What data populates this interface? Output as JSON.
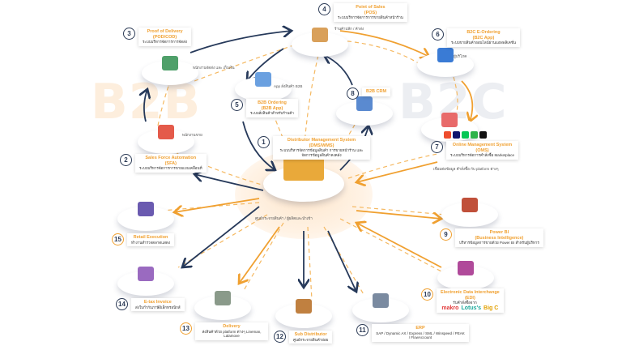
{
  "watermarks": {
    "b2b": "B2B",
    "b2c": "B2C"
  },
  "center_caption": "ศูนย์กระจายสินค้า / ผู้ผลิตและนำเข้า",
  "nodes": [
    {
      "num": "1",
      "title": "Distributor Management System",
      "subtitle": "(DMS/WMS)",
      "desc": "ระบบบริหารจัดการข้อมูลสินค้า การขายหน้าร้าน และจัดการข้อมูลสินค้าคงคลัง",
      "caption": "",
      "icon": "warehouse-icon"
    },
    {
      "num": "2",
      "title": "Sales Force Automation",
      "subtitle": "(SFA)",
      "desc": "ระบบบริหารจัดการการขายแบบเคลื่อนที่",
      "caption": "พนักงานขาย",
      "icon": "salesperson-icon"
    },
    {
      "num": "3",
      "title": "Proof of Delivery",
      "subtitle": "(POD/COD)",
      "desc": "ระบบบริหารจัดการการจัดส่ง",
      "caption": "พนักงานจัดส่ง และ เก็บเงิน",
      "icon": "globe-truck-icon"
    },
    {
      "num": "4",
      "title": "Point of Sales",
      "subtitle": "(POS)",
      "desc": "ระบบบริหารจัดการการขายสินค้าหน้าร้าน",
      "caption": "ร้านค้าปลีก / ค้าส่ง",
      "icon": "shop-counter-icon"
    },
    {
      "num": "5",
      "title": "B2B Ordering",
      "subtitle": "(B2B App)",
      "desc": "ระบบสั่งสินค้าสำหรับร้านค้า",
      "caption": "App สั่งสินค้า B2B",
      "icon": "mobile-app-icon"
    },
    {
      "num": "6",
      "title": "B2C E-Ordering",
      "subtitle": "(B2C App)",
      "desc": "ระบบขายสินค้าออนไลน์ผ่านแอพพลิเคชั่น",
      "caption": "ผู้บริโภค",
      "icon": "mobile-shop-icon"
    },
    {
      "num": "7",
      "title": "Online Management System",
      "subtitle": "(OMS)",
      "desc": "ระบบบริหารจัดการคำสั่งซื้อ Marketplace",
      "caption": "เชื่อมต่อข้อมูล คำสั่งซื้อ กับ platform ต่างๆ",
      "icon": "storefront-icon"
    },
    {
      "num": "8",
      "title": "B2B CRM",
      "subtitle": "",
      "desc": "",
      "caption": "",
      "icon": "crm-icon"
    },
    {
      "num": "9",
      "title": "Power BI",
      "subtitle": "(Business Intelligence)",
      "desc": "บริหารข้อมูลการขายด้วย Power BI สำหรับผู้บริหาร",
      "caption": "",
      "icon": "chart-board-icon"
    },
    {
      "num": "10",
      "title": "Electronic Data Interchange",
      "subtitle": "(EDI)",
      "desc": "รับคำสั่งซื้อจาก",
      "caption": "",
      "icon": "server-icon",
      "logos": [
        "makro",
        "Lotus's",
        "Big C"
      ]
    },
    {
      "num": "11",
      "title": "ERP",
      "subtitle": "",
      "desc": "SAP / Dynamic AX / Express / SML / Winspeed / PEAK / FlowAccount",
      "caption": "",
      "icon": "laptop-money-icon"
    },
    {
      "num": "12",
      "title": "Sub Distributor",
      "subtitle": "",
      "desc": "ศูนย์กระจายสินค้าย่อย",
      "caption": "",
      "icon": "sub-warehouse-icon"
    },
    {
      "num": "13",
      "title": "Delivery",
      "subtitle": "",
      "desc": "ส่งสินค้าด้วย platform ต่างๆ Lineman, Lalamove",
      "caption": "",
      "icon": "map-delivery-icon"
    },
    {
      "num": "14",
      "title": "E-tax Invoice",
      "subtitle": "",
      "desc": "ส่งใบกำกับภาษีอิเล็กทรอนิกส์",
      "caption": "",
      "icon": "computer-invoice-icon"
    },
    {
      "num": "15",
      "title": "Retail Execution",
      "subtitle": "",
      "desc": "ทำงานสำรวจตลาดแสดง",
      "caption": "",
      "icon": "magnifier-team-icon"
    }
  ],
  "colors": {
    "orange": "#f0a030",
    "navy": "#26395a",
    "dash": "#f5b860"
  }
}
